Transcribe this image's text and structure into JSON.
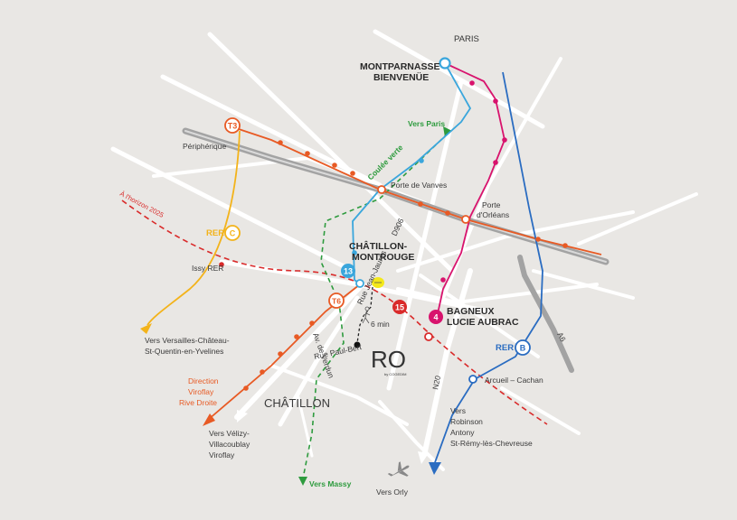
{
  "labels": {
    "paris": "PARIS",
    "montparnasse_1": "MONTPARNASSE",
    "montparnasse_2": "BIENVENÜE",
    "vers_paris": "Vers Paris",
    "coulee_verte": "Coulée verte",
    "peripherique": "Périphérique",
    "porte_vanves": "Porte de Vanves",
    "porte_orleans_1": "Porte",
    "porte_orleans_2": "d'Orléans",
    "horizon": "À l'horizon 2025",
    "d906": "D906",
    "chatillon_montrouge_1": "CHÂTILLON-",
    "chatillon_montrouge_2": "MONTROUGE",
    "issy_rer": "Issy RER",
    "bagneux_1": "BAGNEUX",
    "bagneux_2": "LUCIE AUBRAC",
    "six_min": "6 min",
    "versailles_1": "Vers Versailles-Château-",
    "versailles_2": "St-Quentin-en-Yvelines",
    "direction_1": "Direction",
    "direction_2": "Viroflay",
    "direction_3": "Rive Droite",
    "chatillon": "CHÂTILLON",
    "velizy_1": "Vers Vélizy-",
    "velizy_2": "Villacoublay",
    "velizy_3": "Viroflay",
    "vers_massy": "Vers Massy",
    "vers_orly": "Vers Orly",
    "arcueil": "Arcueil – Cachan",
    "robinson_1": "Vers",
    "robinson_2": "Robinson",
    "robinson_3": "Antony",
    "robinson_4": "St-Rémy-lès-Chevreuse",
    "n20": "N20",
    "a6": "A6",
    "av_street": "Av. de Verdun",
    "rue_street": "Rue Jean-Jaurès",
    "rue_street2": "Rue Paul-Bert",
    "logo_text": "RO",
    "logo_sub": "by COGEDIM"
  },
  "badges": {
    "t3": "T3",
    "rer_c_label": "RER",
    "rer_c": "C",
    "m13": "13",
    "t6": "T6",
    "m15": "15",
    "m4": "4",
    "rer_b_label": "RER",
    "rer_b": "B"
  },
  "colors": {
    "background": "#e9e7e4",
    "t3_orange": "#e85a24",
    "rer_c_yellow": "#f3b31a",
    "metro13_blue": "#3aa6dc",
    "metro4_pink": "#d8136d",
    "metro15_red": "#d92a2a",
    "rer_b_blue": "#2a6cc1",
    "coulee_green": "#2e9b3e",
    "roads": "#ffffff",
    "motorway": "#a8a8a8"
  },
  "icons": {
    "plane": "plane-icon",
    "walker": "walking-person-icon",
    "site": "site-marker-icon",
    "yellow": "station-badge-icon"
  }
}
